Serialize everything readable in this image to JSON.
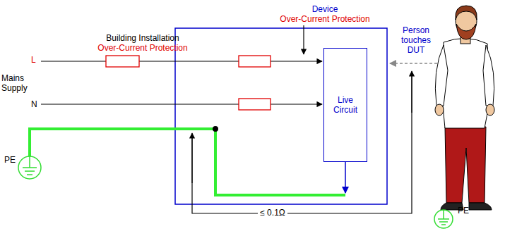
{
  "diagram": {
    "nodes": [
      {
        "text": [
          "Live Circuit"
        ]
      }
    ],
    "labels": [
      "Building Installation",
      "Over-Current Protection",
      "Device",
      "Over-Current Protection",
      "L",
      "N",
      "Mains Supply",
      "Person touches DUT",
      "PE",
      "PE",
      "≤ 0.1Ω"
    ]
  }
}
